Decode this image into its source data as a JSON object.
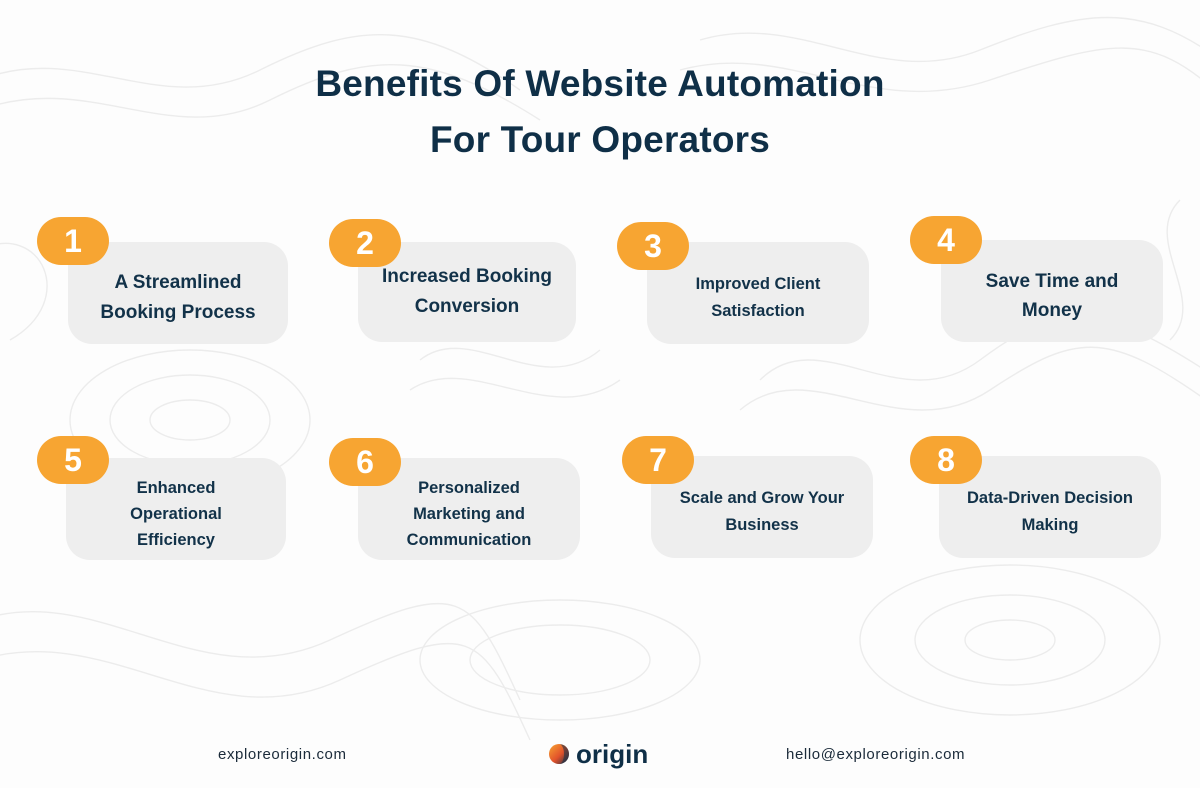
{
  "title": {
    "line1": "Benefits Of Website Automation",
    "line2": "For Tour Operators"
  },
  "items": [
    {
      "number": "1",
      "text": "A Streamlined\nBooking Process"
    },
    {
      "number": "2",
      "text": "Increased Booking\nConversion"
    },
    {
      "number": "3",
      "text": "Improved Client\nSatisfaction"
    },
    {
      "number": "4",
      "text": "Save Time and\nMoney"
    },
    {
      "number": "5",
      "text": "Enhanced\nOperational\nEfficiency"
    },
    {
      "number": "6",
      "text": "Personalized\nMarketing and\nCommunication"
    },
    {
      "number": "7",
      "text": "Scale and Grow Your\nBusiness"
    },
    {
      "number": "8",
      "text": "Data-Driven Decision\nMaking"
    }
  ],
  "footer": {
    "website": "exploreorigin.com",
    "logo_text": "origin",
    "email": "hello@exploreorigin.com"
  },
  "colors": {
    "title": "#0f2f47",
    "badge": "#f7a532",
    "card": "#eeeeee"
  }
}
